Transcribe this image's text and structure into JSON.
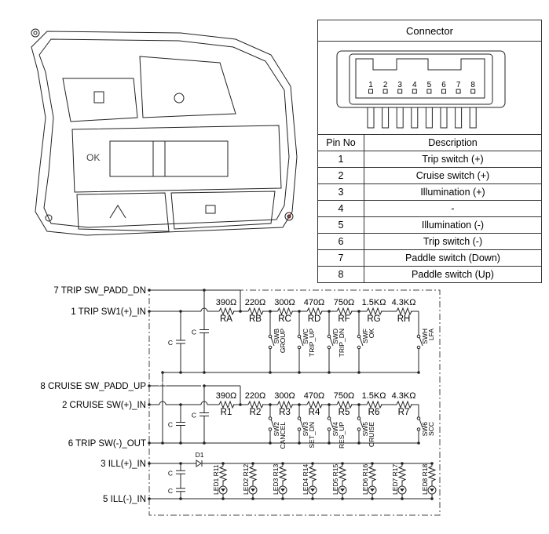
{
  "switch_image": {
    "title": "Steering wheel remote control switch",
    "button_labels": [
      "OK"
    ]
  },
  "connector": {
    "title": "Connector",
    "pin_numbers": [
      "1",
      "2",
      "3",
      "4",
      "5",
      "6",
      "7",
      "8"
    ],
    "headers": {
      "pin": "Pin No",
      "description": "Description"
    },
    "rows": [
      {
        "pin": "1",
        "description": "Trip switch (+)"
      },
      {
        "pin": "2",
        "description": "Cruise switch (+)"
      },
      {
        "pin": "3",
        "description": "Illumination (+)"
      },
      {
        "pin": "4",
        "description": "-"
      },
      {
        "pin": "5",
        "description": "Illumination (-)"
      },
      {
        "pin": "6",
        "description": "Trip switch (-)"
      },
      {
        "pin": "7",
        "description": "Paddle switch (Down)"
      },
      {
        "pin": "8",
        "description": "Paddle switch (Up)"
      }
    ]
  },
  "circuit": {
    "terminals": [
      "7 TRIP SW_PADD_DN",
      "1 TRIP SW1(+)_IN",
      "8 CRUISE SW_PADD_UP",
      "2 CRUISE SW(+)_IN",
      "6 TRIP SW(-)_OUT",
      "3 ILL(+)_IN",
      "5 ILL(-)_IN"
    ],
    "capacitor_label": "C",
    "trip_ladder": {
      "values": [
        "390Ω",
        "220Ω",
        "300Ω",
        "470Ω",
        "750Ω",
        "1.5KΩ",
        "4.3KΩ"
      ],
      "resistors": [
        "RA",
        "RB",
        "RC",
        "RD",
        "RF",
        "RG",
        "RH"
      ],
      "switches": [
        [
          "SWB",
          "GROUP"
        ],
        [
          "SWC",
          "TRIP_UP"
        ],
        [
          "SWD",
          "TRIP_DN"
        ],
        [
          "SWF",
          "OK"
        ],
        [
          "SWH",
          "LFA"
        ]
      ]
    },
    "cruise_ladder": {
      "values": [
        "390Ω",
        "220Ω",
        "300Ω",
        "470Ω",
        "750Ω",
        "1.5KΩ",
        "4.3KΩ"
      ],
      "resistors": [
        "R1",
        "R2",
        "R3",
        "R4",
        "R5",
        "R6",
        "R7"
      ],
      "switches": [
        [
          "SW2",
          "CANCEL"
        ],
        [
          "SW3",
          "SET_DN"
        ],
        [
          "SW4",
          "RES_UP"
        ],
        [
          "SW5",
          "CRUISE"
        ],
        [
          "SW6",
          "SCC"
        ]
      ]
    },
    "diode": "D1",
    "leds": [
      "LED1 R11",
      "LED2 R12",
      "LED3 R13",
      "LED4 R14",
      "LED5 R15",
      "LED6 R16",
      "LED7 R17",
      "LED8 R18"
    ]
  }
}
